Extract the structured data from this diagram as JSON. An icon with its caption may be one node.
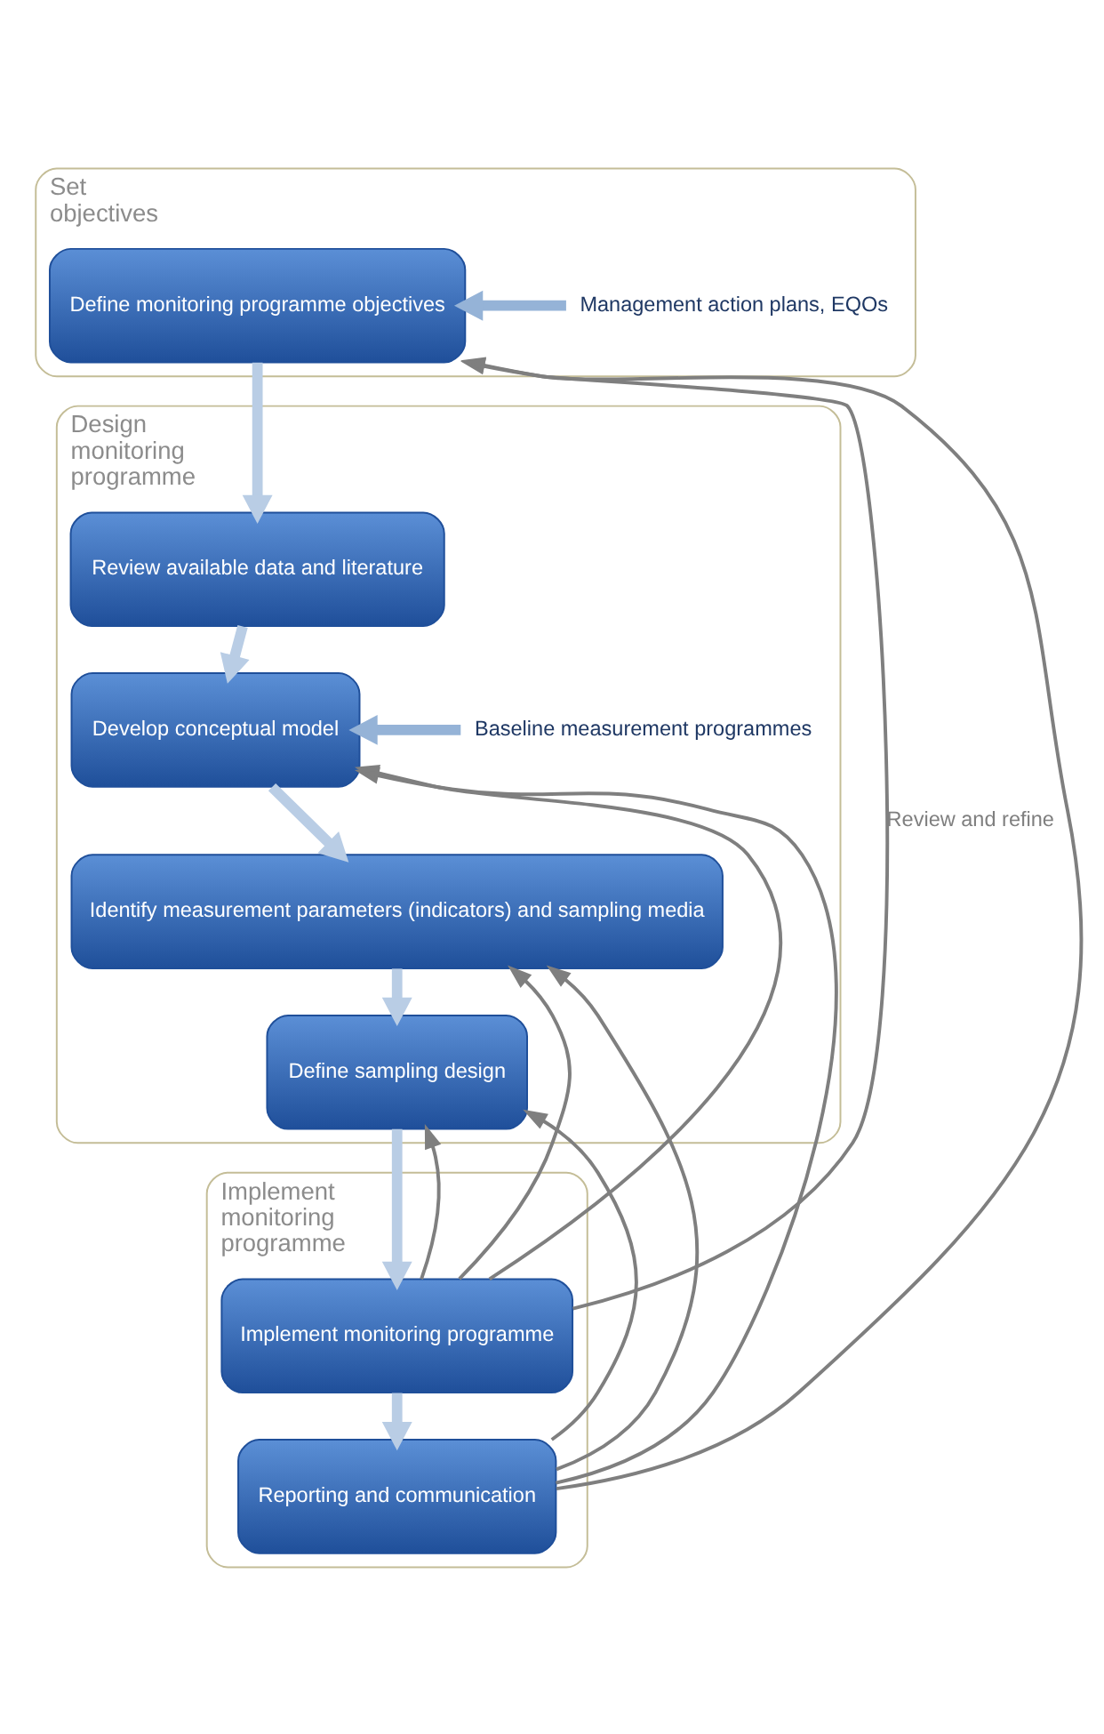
{
  "diagram": {
    "nodes": [
      {
        "text": [
          "Set objectives"
        ]
      },
      {
        "text": [
          "Define monitoring programme objectives"
        ],
        "in": 0
      },
      {
        "text": [
          "Management action plans, EQOs"
        ],
        "in": 0
      },
      {
        "text": [
          "Design monitoring programme"
        ]
      },
      {
        "text": [
          "Review available data and literature"
        ],
        "in": 3
      },
      {
        "text": [
          "Develop conceptual model"
        ],
        "in": 3
      },
      {
        "text": [
          "Baseline measurement programmes"
        ],
        "in": 3
      },
      {
        "text": [
          "Identify measurement parameters (indicators) and sampling media"
        ],
        "in": 3
      },
      {
        "text": [
          "Define sampling design"
        ],
        "in": 3
      },
      {
        "text": [
          "Implement monitoring programme"
        ]
      },
      {
        "text": [
          "Implement monitoring programme"
        ],
        "in": 9
      },
      {
        "text": [
          "Reporting and communication"
        ],
        "in": 9
      }
    ],
    "edges": [
      {
        "from": 1,
        "to": 4,
        "arrow": "to",
        "style": "thick",
        "color": "#b9cde5"
      },
      {
        "from": 4,
        "to": 5,
        "arrow": "to",
        "style": "thick",
        "color": "#b9cde5"
      },
      {
        "from": 5,
        "to": 7,
        "arrow": "to",
        "style": "thick",
        "color": "#b9cde5"
      },
      {
        "from": 7,
        "to": 8,
        "arrow": "to",
        "style": "thick",
        "color": "#b9cde5"
      },
      {
        "from": 8,
        "to": 10,
        "arrow": "to",
        "style": "thick",
        "color": "#b9cde5"
      },
      {
        "from": 10,
        "to": 11,
        "arrow": "to",
        "style": "thick",
        "color": "#b9cde5"
      },
      {
        "from": 2,
        "to": 1,
        "arrow": "to",
        "style": "thick",
        "color": "#95b3d7"
      },
      {
        "from": 6,
        "to": 5,
        "arrow": "to",
        "style": "thick",
        "color": "#95b3d7"
      },
      {
        "from": 10,
        "to": 1,
        "arrow": "to",
        "label": "Review and refine"
      },
      {
        "from": 10,
        "to": 5,
        "arrow": "to"
      },
      {
        "from": 10,
        "to": 7,
        "arrow": "to"
      },
      {
        "from": 10,
        "to": 8,
        "arrow": "to"
      },
      {
        "from": 11,
        "to": 1,
        "arrow": "to"
      },
      {
        "from": 11,
        "to": 5,
        "arrow": "to"
      },
      {
        "from": 11,
        "to": 7,
        "arrow": "to"
      },
      {
        "from": 11,
        "to": 8,
        "arrow": "to"
      }
    ]
  }
}
